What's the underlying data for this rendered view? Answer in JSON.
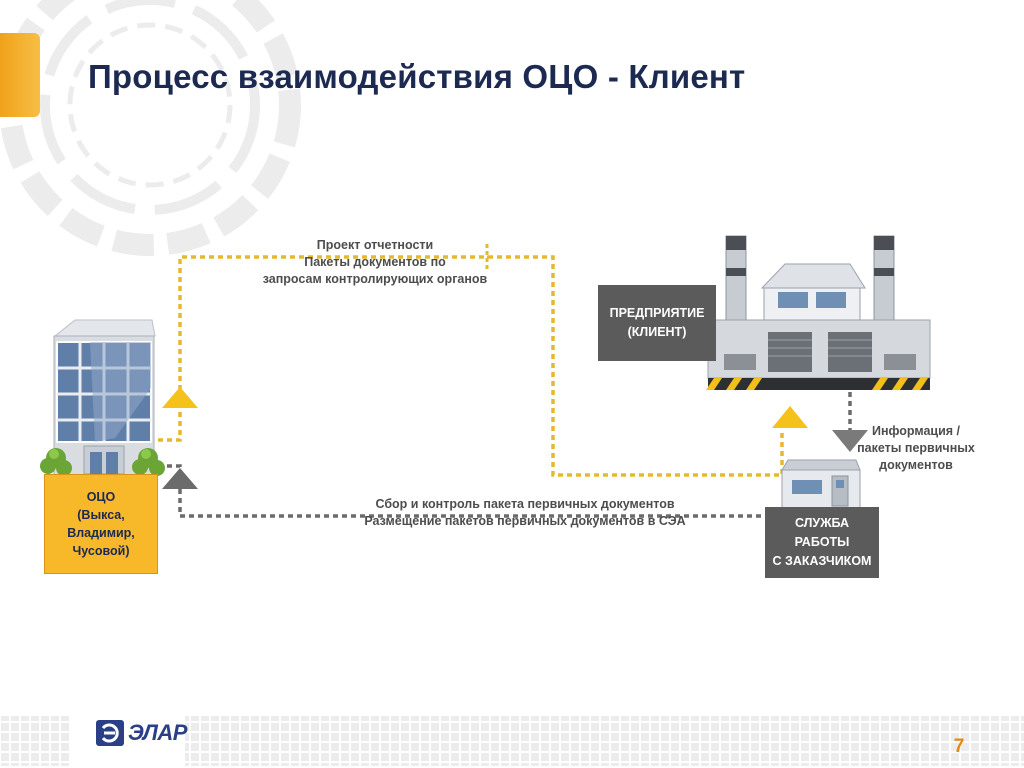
{
  "slide": {
    "title": "Процесс взаимодействия  ОЦО - Клиент",
    "page_number": "7"
  },
  "nodes": {
    "oco": {
      "lines": [
        "ОЦО",
        "(Выкса,",
        "Владимир,",
        "Чусовой)"
      ]
    },
    "client": {
      "lines": [
        "ПРЕДПРИЯТИЕ",
        "(КЛИЕНТ)"
      ]
    },
    "service": {
      "lines": [
        "СЛУЖБА",
        "РАБОТЫ",
        "С ЗАКАЗЧИКОМ"
      ]
    }
  },
  "flows": {
    "top": {
      "lines": [
        "Проект отчетности",
        "Пакеты документов по",
        "запросам контролирующих органов"
      ]
    },
    "bottom": {
      "lines": [
        "Сбор и контроль пакета первичных документов",
        "Размещение пакетов первичных документов в СЭА"
      ]
    },
    "info": {
      "lines": [
        "Информация /",
        "пакеты первичных",
        "документов"
      ]
    }
  },
  "logo": {
    "text": "ЭЛАР"
  },
  "colors": {
    "accent_orange": "#f7b82a",
    "title_navy": "#1c2a52",
    "box_gray": "#5b5b5b",
    "dotted_yellow": "#e6b830",
    "dotted_gray": "#6b6b6b"
  }
}
